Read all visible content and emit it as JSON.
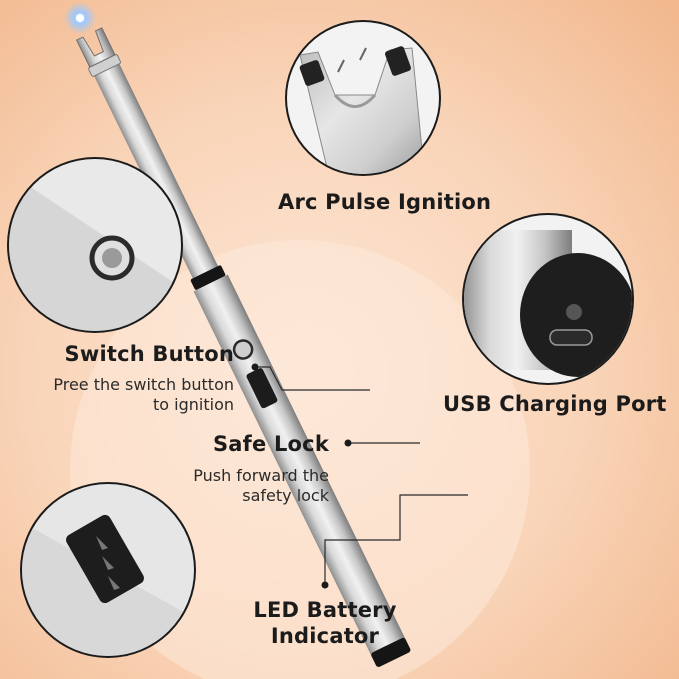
{
  "features": {
    "arc": {
      "title": "Arc Pulse Ignition"
    },
    "usb": {
      "title": "USB Charging Port"
    },
    "switch": {
      "title": "Switch Button",
      "line1": "Pree the switch button",
      "line2": "to ignition"
    },
    "lock": {
      "title": "Safe Lock",
      "line1": "Push forward the",
      "line2": "safety lock"
    },
    "led": {
      "line1": "LED Battery",
      "line2": "Indicator"
    }
  },
  "colors": {
    "background_warm": "#f6c9a6",
    "background_light": "#fde3cf",
    "metal_light": "#e4e4e4",
    "metal_dark": "#8d8d8d",
    "arc_glow": "#7fb8ff",
    "band": "#151515"
  }
}
